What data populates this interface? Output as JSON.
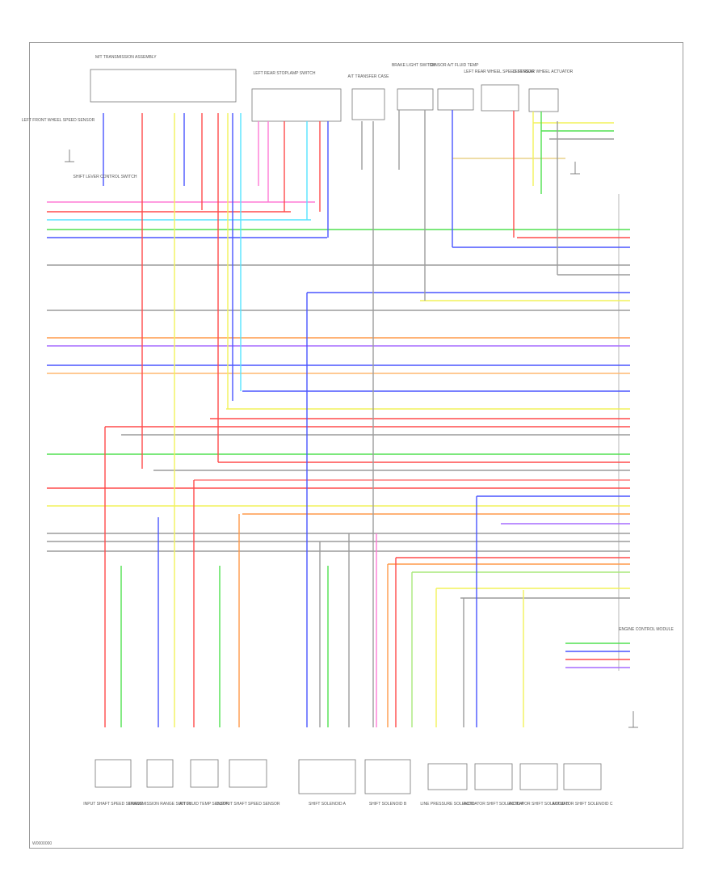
{
  "diagram": {
    "figure_id": "W0000000",
    "engine_control_module": "ENGINE CONTROL MODULE",
    "transmission_title": "M/T TRANSMISSION ASSEMBLY",
    "top_components": [
      "LEFT FRONT WHEEL SPEED SENSOR",
      "SHIFT LEVER CONTROL SWITCH",
      "LEFT REAR STOPLAMP SWITCH",
      "A/T TRANSFER CASE",
      "BRAKE LIGHT SWITCH",
      "SENSOR A/T FLUID TEMP",
      "LEFT REAR WHEEL SPEED SENSOR",
      "LEFT REAR WHEEL ACTUATOR"
    ],
    "bottom_components": [
      "INPUT SHAFT SPEED SENSOR",
      "TRANSMISSION RANGE SWITCH",
      "A/T FLUID TEMP SENSOR",
      "OUTPUT SHAFT SPEED SENSOR",
      "SHIFT SOLENOID A",
      "SHIFT SOLENOID B",
      "LINE PRESSURE SOLENOID",
      "ACTUATOR SHIFT SOLENOID A",
      "ACTUATOR SHIFT SOLENOID B",
      "ACTUATOR SHIFT SOLENOID C"
    ],
    "wire_colors": {
      "pink": "#ff7bd5",
      "red": "#ff4b4b",
      "light_blue": "#55e3ff",
      "green": "#50e050",
      "blue": "#4a55ff",
      "orange": "#ff9a4a",
      "yellow": "#f2f25a",
      "gray": "#9c9c9c",
      "violet": "#a56cff",
      "light_green": "#a9e87a",
      "tan": "#e8d28a"
    }
  }
}
